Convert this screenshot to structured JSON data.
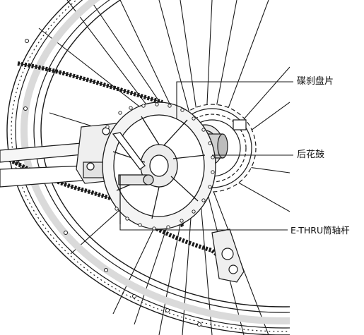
{
  "labels": {
    "rotor": "碟刹盘片",
    "hub": "后花鼓",
    "axle": "E-THRU筒轴杆"
  },
  "colors": {
    "line": "#1a1a1a",
    "tire_fill": "#f2f2f2",
    "rotor_fill": "#f4f4f4",
    "background": "#ffffff"
  }
}
